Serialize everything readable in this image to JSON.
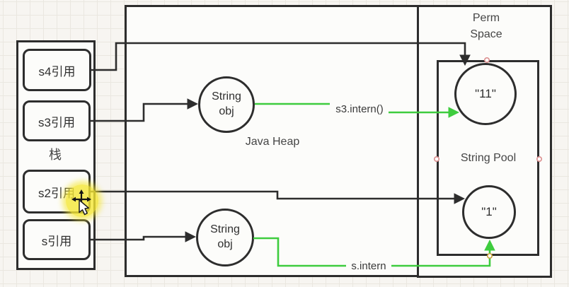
{
  "stack": {
    "label": "栈",
    "refs": [
      {
        "label": "s4引用"
      },
      {
        "label": "s3引用"
      },
      {
        "label": "s2引用"
      },
      {
        "label": "s引用"
      }
    ]
  },
  "heap": {
    "label": "Java Heap",
    "objects": [
      {
        "label": "String obj"
      },
      {
        "label": "String obj"
      }
    ]
  },
  "perm_space": {
    "label": "Perm Space",
    "string_pool": {
      "label": "String Pool",
      "constants": [
        {
          "label": "\"11\""
        },
        {
          "label": "\"1\""
        }
      ]
    }
  },
  "connectors": {
    "s3_intern_label": "s3.intern()",
    "s_intern_label": "s.intern"
  },
  "colors": {
    "stroke": "#2d2d2d",
    "green": "#3ecc3e",
    "highlight": "#f4e634",
    "connection_dot": "#db8e8e",
    "connection_dot_active": "#c9a23e"
  }
}
